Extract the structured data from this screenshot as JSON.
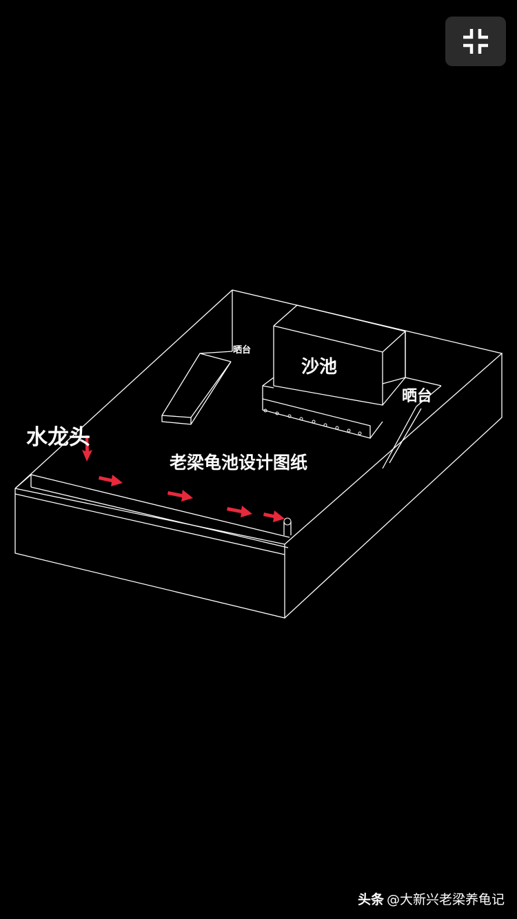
{
  "diagram": {
    "title": "老梁龟池设计图纸",
    "labels": {
      "faucet": "水龙头",
      "sand_pool": "沙池",
      "basking_left": "晒台",
      "basking_right": "晒台"
    },
    "colors": {
      "background": "#000000",
      "line": "#ffffff",
      "arrow": "#e8293c"
    }
  },
  "controls": {
    "exit_fullscreen_icon": "collapse-icon"
  },
  "watermark": {
    "platform": "头条",
    "account": "@大新兴老梁养龟记"
  }
}
